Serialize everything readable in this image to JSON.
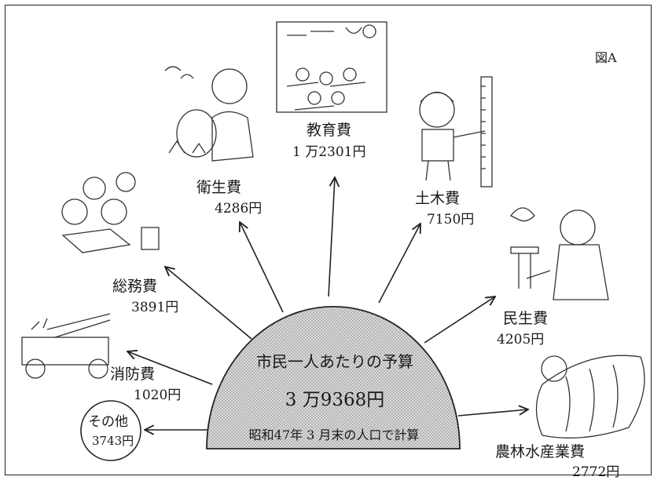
{
  "figure_label": "図A",
  "center": {
    "title": "市民一人あたりの予算",
    "total": "3 万9368円",
    "note": "昭和47年 3 月末の人口で計算"
  },
  "items": [
    {
      "name": "教育費",
      "amount": "1 万2301円"
    },
    {
      "name": "衛生費",
      "amount": "4286円"
    },
    {
      "name": "土木費",
      "amount": "7150円"
    },
    {
      "name": "総務費",
      "amount": "3891円"
    },
    {
      "name": "民生費",
      "amount": "4205円"
    },
    {
      "name": "消防費",
      "amount": "1020円"
    },
    {
      "name": "その他",
      "amount": "3743円"
    },
    {
      "name": "農林水産業費",
      "amount": "2772円"
    }
  ],
  "colors": {
    "stroke": "#222222",
    "dome_fill": "#cfcfcf",
    "background": "#ffffff"
  }
}
